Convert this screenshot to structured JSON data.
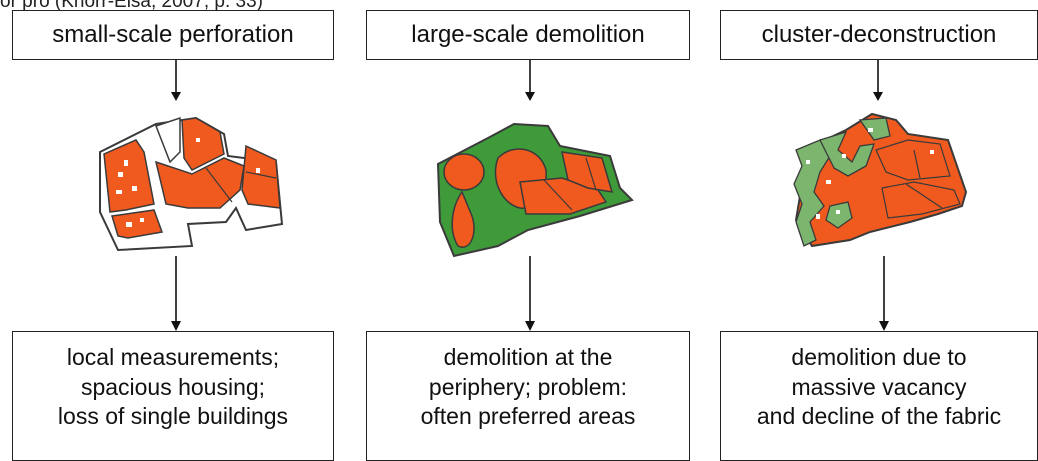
{
  "header_fragment": "or pro (Knorr-Elsa, 2007, p. 33)",
  "columns": [
    {
      "strategy": "small-scale perforation",
      "outcome": [
        "local measurements;",
        "spacious housing;",
        "loss of single buildings"
      ],
      "map_name": "perforation-map"
    },
    {
      "strategy": "large-scale demolition",
      "outcome": [
        "demolition at the",
        "periphery; problem:",
        "often preferred areas"
      ],
      "map_name": "demolition-map"
    },
    {
      "strategy": "cluster-deconstruction",
      "outcome": [
        "demolition due to",
        "massive vacancy",
        "and decline of the fabric"
      ],
      "map_name": "cluster-map"
    }
  ],
  "colors": {
    "building": "#f05a1e",
    "green_space": "#3f9a3a",
    "cleared": "#ffffff",
    "outline": "#3a3a3a"
  }
}
